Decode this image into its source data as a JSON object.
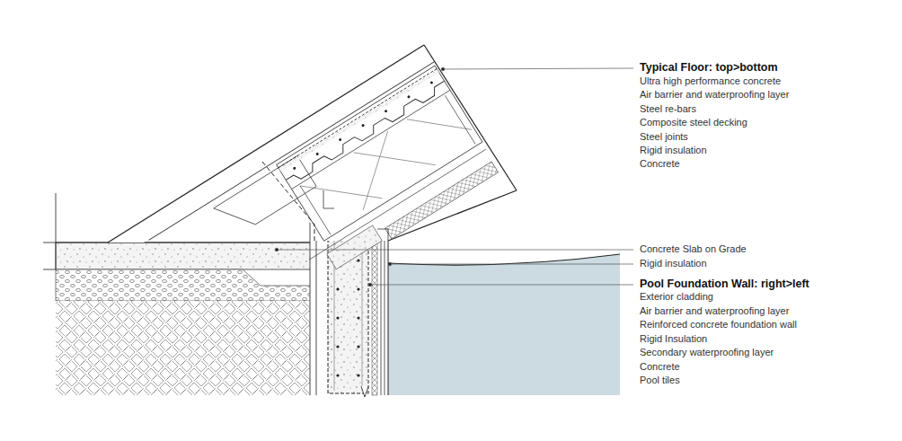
{
  "diagram": {
    "labels": [
      "Typical Floor: top>bottom",
      "Ultra high performance concrete",
      "Air barrier and waterproofing layer",
      "Steel re-bars",
      "Composite steel decking",
      "Steel joints",
      "Rigid insulation",
      "Concrete",
      "Concrete Slab on Grade",
      "Rigid insulation",
      "Pool Foundation Wall: right>left",
      "Exterior cladding",
      "Air barrier and waterproofing layer",
      "Reinforced concrete foundation wall",
      "Rigid Insulation",
      "Secondary waterproofing layer",
      "Concrete",
      "Pool tiles"
    ]
  }
}
